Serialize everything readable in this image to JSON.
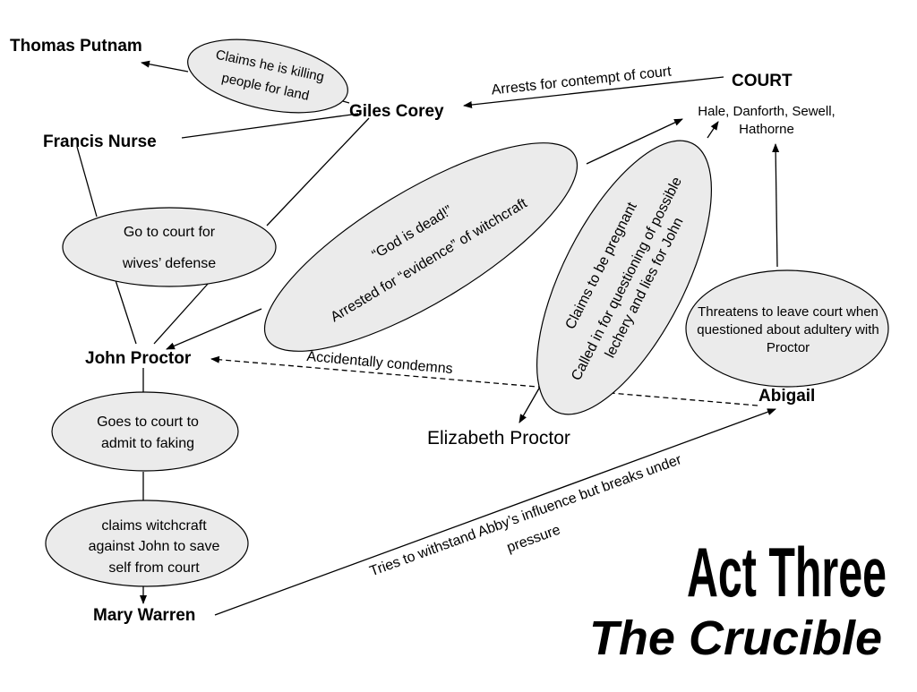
{
  "nodes": {
    "thomas_putnam": "Thomas Putnam",
    "giles_corey": "Giles Corey",
    "francis_nurse": "Francis Nurse",
    "court": "COURT",
    "court_members_1": "Hale, Danforth, Sewell,",
    "court_members_2": "Hathorne",
    "john_proctor": "John Proctor",
    "abigail": "Abigail",
    "elizabeth_proctor": "Elizabeth Proctor",
    "mary_warren": "Mary Warren"
  },
  "ellipses": {
    "putnam_claim_1": "Claims he is killing",
    "putnam_claim_2": "people for land",
    "wives_defense_1": "Go to court for",
    "wives_defense_2": "wives’ defense",
    "god_dead_1": "“God is dead!”",
    "god_dead_2": "Arrested for “evidence” of witchcraft",
    "pregnant_1": "Claims to be pregnant",
    "pregnant_2": "Called in for questioning of possible",
    "pregnant_3": "lechery and lies for John",
    "threatens_1": "Threatens to leave court when",
    "threatens_2": "questioned about adultery with",
    "threatens_3": "Proctor",
    "faking_1": "Goes to court to",
    "faking_2": "admit to faking",
    "witchcraft_1": "claims witchcraft",
    "witchcraft_2": "against John to save",
    "witchcraft_3": "self from court"
  },
  "edge_labels": {
    "contempt": "Arrests for contempt  of court",
    "condemns": "Accidentally condemns",
    "withstand_1": "Tries to withstand Abby’s influence but breaks under",
    "withstand_2": "pressure"
  },
  "title": {
    "act": "Act Three",
    "play": "The Crucible"
  }
}
